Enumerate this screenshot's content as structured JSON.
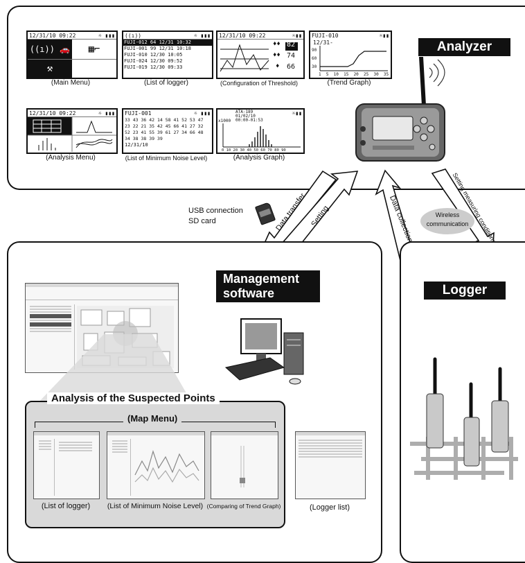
{
  "analyzer": {
    "title": "Analyzer",
    "screens": {
      "main_menu": {
        "datetime": "12/31/10 09:22",
        "caption": "(Main Menu)"
      },
      "list_logger": {
        "header": "((ı))",
        "rows": [
          "FUJI-012 64 12/31 10:32",
          "FUJI-001 99 12/31 10:18",
          "FUJI-010      12/30 10:05",
          "FUJI-024      12/30 09:52",
          "FUJI-019      12/30 09:33"
        ],
        "caption": "(List of logger)"
      },
      "threshold": {
        "datetime": "12/31/10 09:22",
        "values": [
          "82",
          "74",
          "66"
        ],
        "caption": "(Configuration of Threshold)"
      },
      "trend": {
        "name": "FUJI-010",
        "date": "12/31-",
        "y_ticks": [
          "90",
          "60",
          "30"
        ],
        "x_ticks": "1  5  10  15  20  25  30  35",
        "caption": "(Trend Graph)"
      },
      "analysis_menu": {
        "datetime": "12/31/10 09:22",
        "caption": "(Analysis Menu)"
      },
      "noise_level": {
        "name": "FUJI-001",
        "rows": [
          "33 43 36 42 14 58 41 52 53 47",
          "23 22 21 35 42 45 66 41 27 32",
          "52 23 41 55 39 61 27 34 66 48",
          "34 38 38 39 39"
        ],
        "date": "12/31/10",
        "caption": "(List of Minimum Noise Level)"
      },
      "analysis_graph": {
        "lines": [
          "ATA-189",
          "01/02/10",
          "00:00-01:53"
        ],
        "y_tick": "x1000",
        "x_ticks": "0 10 20 30 40 50 60 70 80 90",
        "caption": "(Analysis Graph)"
      }
    }
  },
  "arrows": {
    "usb_label": "USB connection",
    "sd_label": "SD card",
    "data_transfer": "Data transfer",
    "setting": "Setting",
    "data_collection": "Data collection",
    "wireless": "Wireless communication",
    "setting_conditions": "Setting measuring conditions"
  },
  "management": {
    "title_line1": "Management",
    "title_line2": "software",
    "analysis_title": "Analysis of the Suspected Points",
    "map_menu": "(Map Menu)",
    "captions": {
      "list_logger": "(List of logger)",
      "noise_level": "(List of Minimum Noise Level)",
      "comparing": "(Comparing of Trend Graph)",
      "logger_list": "(Logger list)"
    }
  },
  "logger": {
    "title": "Logger"
  }
}
